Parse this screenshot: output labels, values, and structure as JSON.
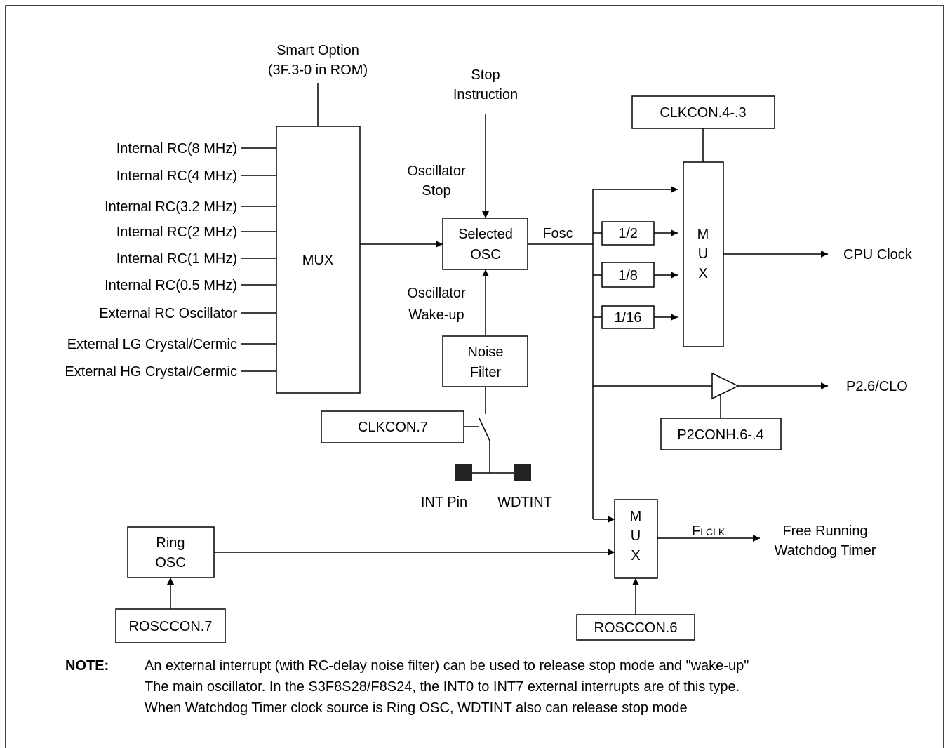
{
  "smart_option": [
    "Smart Option",
    "(3F.3-0 in ROM)"
  ],
  "inputs": [
    "Internal RC(8 MHz)",
    "Internal RC(4 MHz)",
    "Internal RC(3.2 MHz)",
    "Internal RC(2 MHz)",
    "Internal RC(1 MHz)",
    "Internal RC(0.5 MHz)",
    "External RC Oscillator",
    "External LG Crystal/Cermic",
    "External HG Crystal/Cermic"
  ],
  "mux_left": "MUX",
  "stop_instruction": [
    "Stop",
    "Instruction"
  ],
  "oscillator_stop": [
    "Oscillator",
    "Stop"
  ],
  "selected_osc": [
    "Selected",
    "OSC"
  ],
  "oscillator_wakeup": [
    "Oscillator",
    "Wake-up"
  ],
  "noise_filter": [
    "Noise",
    "Filter"
  ],
  "clkcon7": "CLKCON.7",
  "int_pin": "INT Pin",
  "wdtint": "WDTINT",
  "fosc": "Fosc",
  "clkcon43": "CLKCON.4-.3",
  "dividers": [
    "1/2",
    "1/8",
    "1/16"
  ],
  "mux_cpu": [
    "M",
    "U",
    "X"
  ],
  "cpu_clock": "CPU Clock",
  "p26_clo": "P2.6/CLO",
  "p2conh": "P2CONH.6-.4",
  "ring_osc": [
    "Ring",
    "OSC"
  ],
  "rosccon7": "ROSCCON.7",
  "mux_wdt": [
    "M",
    "U",
    "X"
  ],
  "flclk_main": "F",
  "flclk_sub": "LCLK",
  "free_running": [
    "Free Running",
    "Watchdog Timer"
  ],
  "rosccon6": "ROSCCON.6",
  "note": {
    "label": "NOTE:",
    "lines": [
      "An external interrupt (with RC-delay noise filter) can be used to release stop mode and \"wake-up\"",
      "The main oscillator. In the S3F8S28/F8S24, the INT0 to INT7 external interrupts are of this type.",
      "When Watchdog Timer clock source is Ring OSC, WDTINT also can release stop mode"
    ]
  }
}
